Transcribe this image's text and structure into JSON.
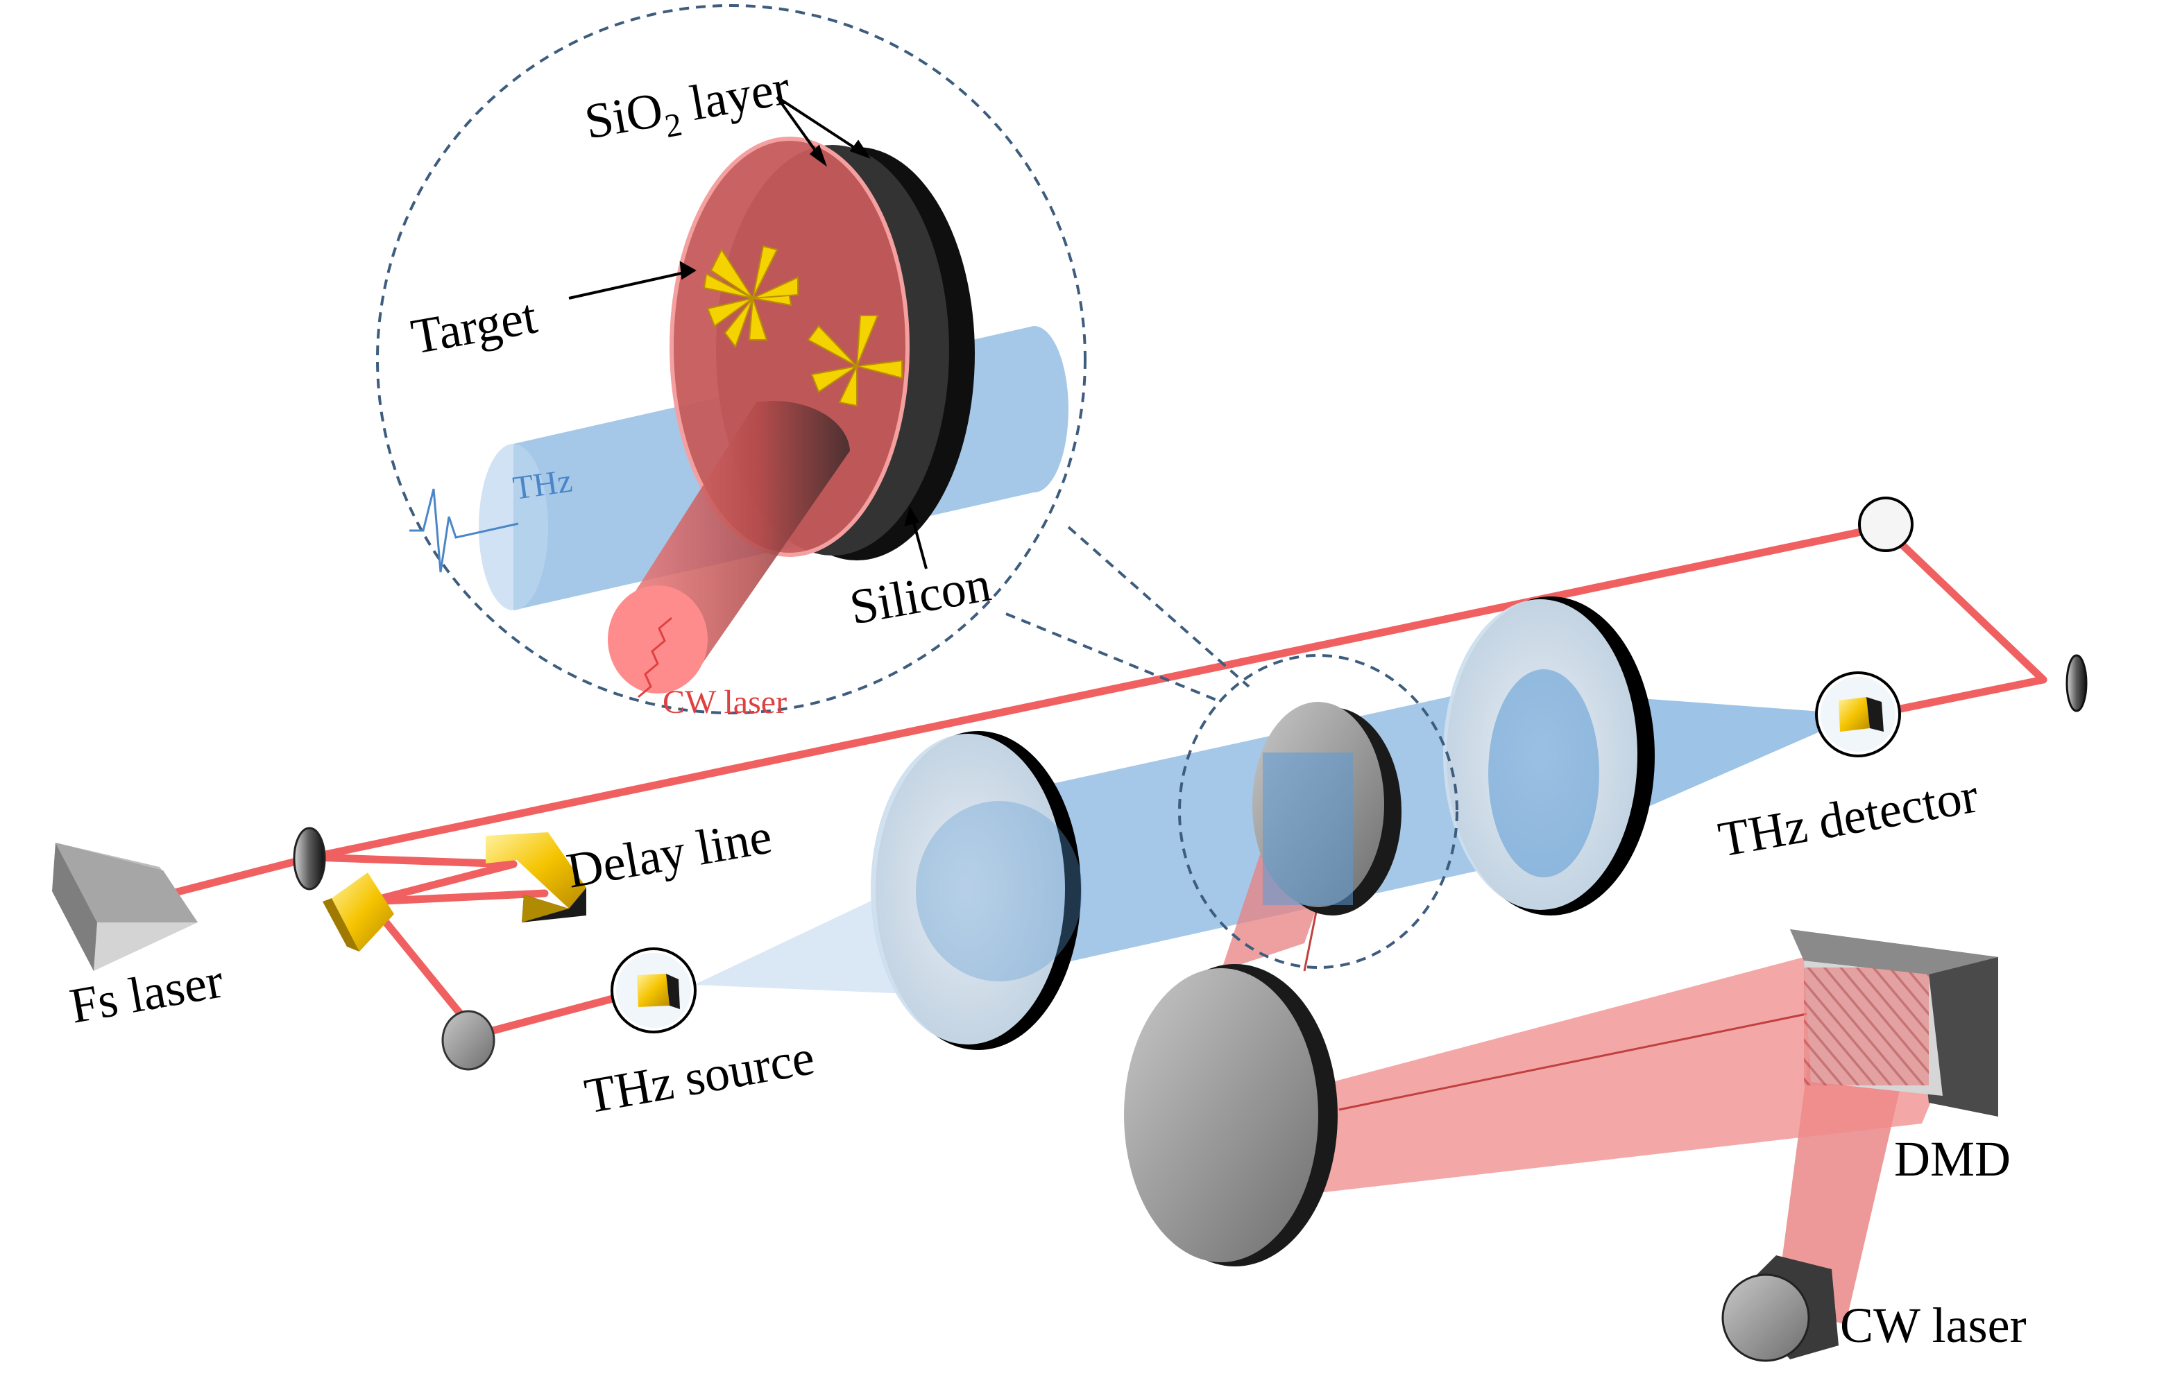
{
  "labels": {
    "sio2_prefix": "SiO",
    "sio2_sub": "2",
    "sio2_suffix": " layer",
    "target": "Target",
    "thz_inset": "THz",
    "silicon": "Silicon",
    "cw_laser_inset": "CW laser",
    "delay_line": "Delay line",
    "fs_laser": "Fs laser",
    "thz_source": "THz source",
    "thz_detector": "THz detector",
    "dmd": "DMD",
    "cw_laser": "CW laser"
  },
  "colors": {
    "laser_red": "#f06060",
    "cw_beam": "#f08a8a",
    "thz_blue": "#5b9bd5",
    "gold": "#f5c400",
    "gray_box": "#a6a6a6",
    "dashed": "#3e5d7e",
    "inset_thz_text": "#4a86c8",
    "inset_cw_text": "#e04040"
  },
  "components": [
    "fs-laser-box",
    "delay-line-retroreflector",
    "thz-source-emitter",
    "thz-lens-1",
    "sample-disk",
    "thz-lens-2",
    "thz-detector",
    "dmd",
    "cw-laser",
    "large-mirror"
  ]
}
